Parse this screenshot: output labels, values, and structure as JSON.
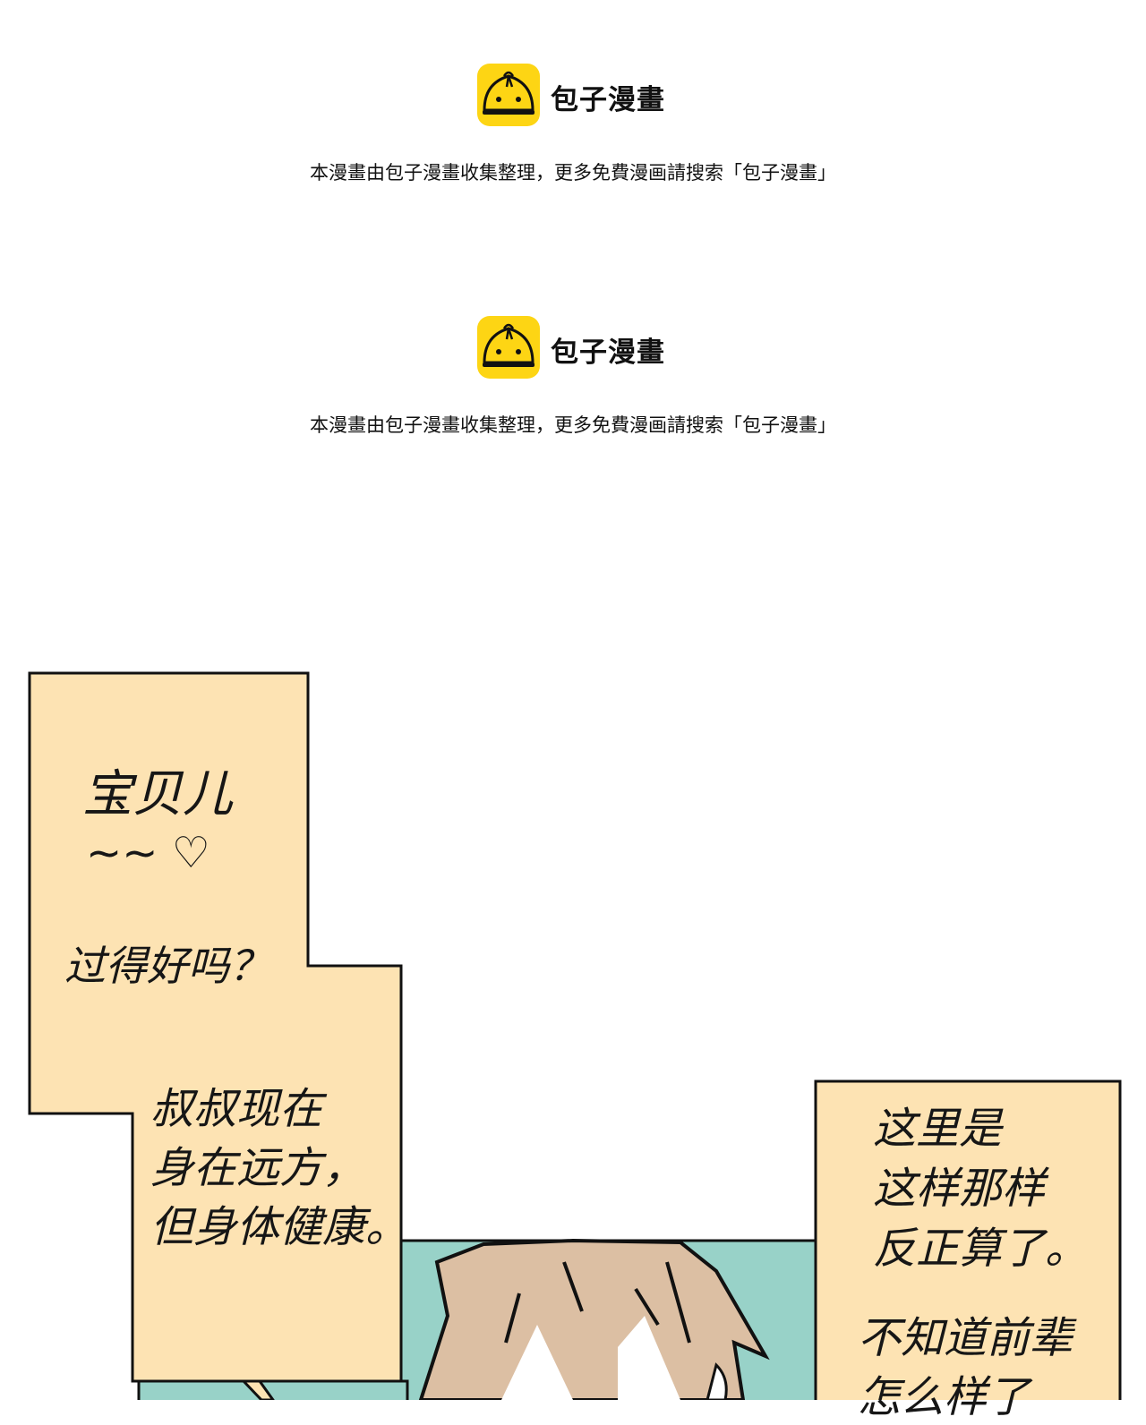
{
  "watermarks": [
    {
      "brand": "包子漫畫",
      "note": "本漫畫由包子漫畫收集整理，更多免費漫画請搜索「包子漫畫」"
    },
    {
      "brand": "包子漫畫",
      "note": "本漫畫由包子漫畫收集整理，更多免費漫画請搜索「包子漫畫」"
    }
  ],
  "colors": {
    "caption_fill": "#fde3b3",
    "panel_bg": "#98d2c8",
    "hair": "#dcbfa3",
    "logo_yellow": "#fdd514"
  },
  "captions_left": {
    "line1": "宝贝儿",
    "line2": "~~ ♡",
    "line3": "过得好吗？",
    "line4": "叔叔现在",
    "line5": "身在远方，",
    "line6": "但身体健康。"
  },
  "captions_right": {
    "line1": "这里是",
    "line2": "这样那样",
    "line3": "反正算了。",
    "line4": "不知道前辈",
    "line5": "怎么样了"
  }
}
